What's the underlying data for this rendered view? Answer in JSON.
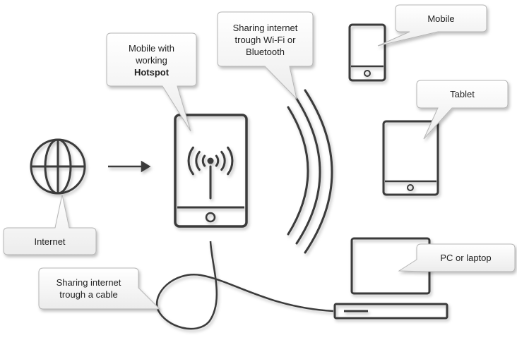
{
  "callouts": {
    "hotspot": {
      "line1": "Mobile with",
      "line2": "working",
      "line3": "Hotspot"
    },
    "wireless": {
      "line1": "Sharing internet",
      "line2": "trough Wi-Fi or",
      "line3": "Bluetooth"
    },
    "mobile": {
      "label": "Mobile"
    },
    "tablet": {
      "label": "Tablet"
    },
    "pc": {
      "label": "PC or laptop"
    },
    "internet": {
      "label": "Internet"
    },
    "cable": {
      "line1": "Sharing internet",
      "line2": "trough a cable"
    }
  },
  "icons": {
    "globe": "globe-icon",
    "arrow": "arrow-right-icon",
    "hotspot_phone": "hotspot-phone-icon",
    "wifi": "wifi-signal-icon",
    "mobile": "mobile-phone-icon",
    "tablet": "tablet-icon",
    "laptop": "laptop-icon",
    "cable": "cable-icon",
    "waves": "wireless-waves-icon"
  },
  "colors": {
    "stroke": "#3a3a3a",
    "bubble_fill": "#f6f6f6",
    "bubble_border": "#b5b5b5",
    "text": "#222222"
  }
}
